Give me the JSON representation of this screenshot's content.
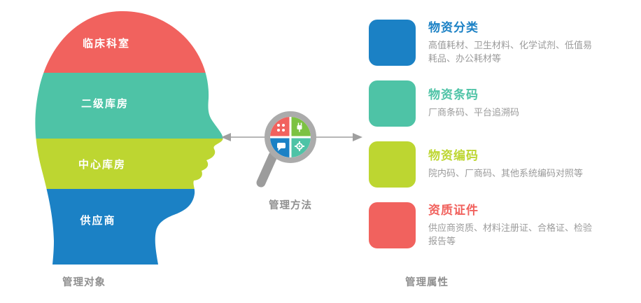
{
  "captions": {
    "left": "管理对象",
    "center": "管理方法",
    "right": "管理属性"
  },
  "head": {
    "bands": [
      {
        "label": "临床科室",
        "color": "#f1625e"
      },
      {
        "label": "二级库房",
        "color": "#4ec3a6"
      },
      {
        "label": "中心库房",
        "color": "#bdd631"
      },
      {
        "label": "供应商",
        "color": "#1b81c5"
      }
    ]
  },
  "magnifier": {
    "ring_color": "#ababab",
    "arrow_color": "#9f9f9f",
    "quadrants": [
      {
        "icon": "apps-icon",
        "color": "#f1625e"
      },
      {
        "icon": "plug-icon",
        "color": "#7cc242"
      },
      {
        "icon": "chat-icon",
        "color": "#1b81c5"
      },
      {
        "icon": "gear-icon",
        "color": "#4ec3a6"
      }
    ]
  },
  "attributes": [
    {
      "title": "物资分类",
      "color": "#1b81c5",
      "description": "高值耗材、卫生材料、化学试剂、低值易耗品、办公耗材等"
    },
    {
      "title": "物资条码",
      "color": "#4ec3a6",
      "description": "厂商条码、平台追溯码"
    },
    {
      "title": "物资编码",
      "color": "#bdd631",
      "description": "院内码、厂商码、其他系统编码对照等"
    },
    {
      "title": "资质证件",
      "color": "#f1625e",
      "description": "供应商资质、材料注册证、合格证、检验报告等"
    }
  ]
}
